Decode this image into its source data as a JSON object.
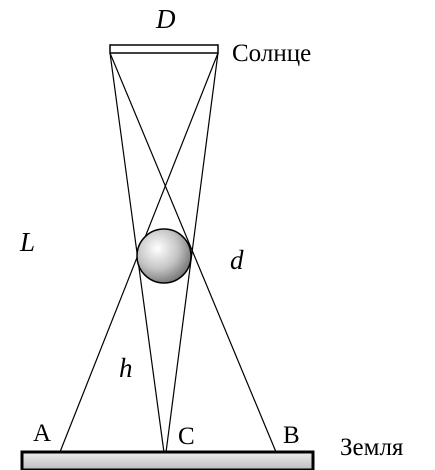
{
  "labels": {
    "sun_diameter": "D",
    "sun": "Солнце",
    "distance_sun_earth": "L",
    "ball_diameter": "d",
    "ball_height": "h",
    "earth": "Земля",
    "point_a": "A",
    "point_b": "B",
    "point_c": "C"
  },
  "colors": {
    "stroke": "#000000",
    "sun_fill": "#ffffff",
    "ground_fill": "#d9d9d9",
    "ball_highlight": "#ffffff",
    "ball_shade": "#6e6e6e"
  }
}
